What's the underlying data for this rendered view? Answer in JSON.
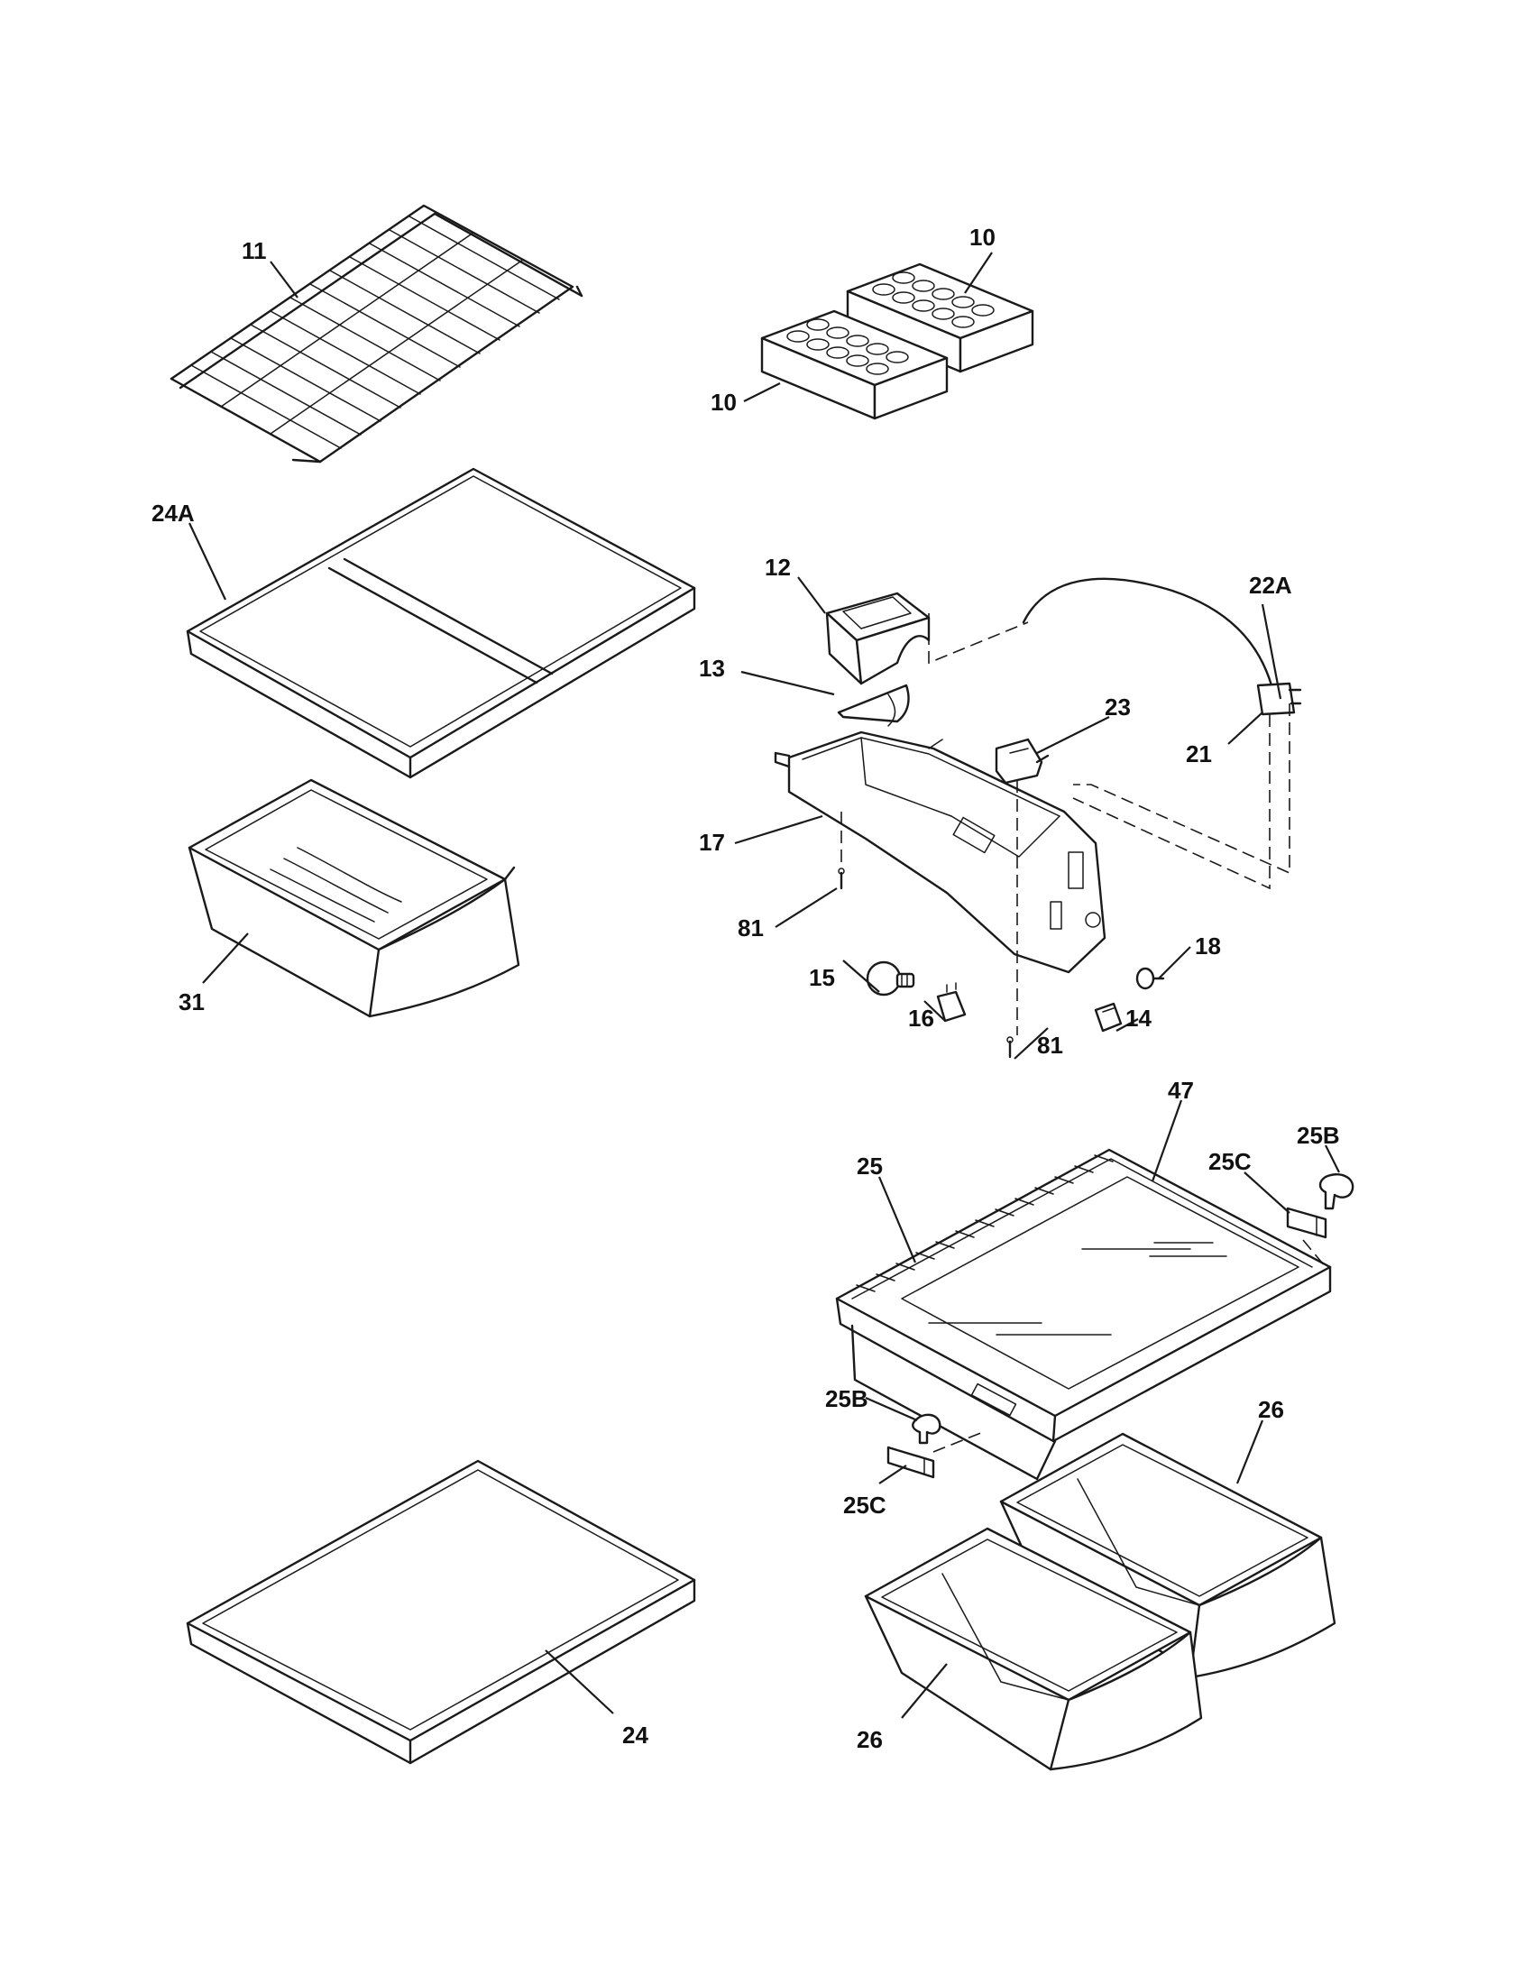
{
  "callouts": {
    "c_11": "11",
    "c_10a": "10",
    "c_10b": "10",
    "c_24A": "24A",
    "c_12": "12",
    "c_22A": "22A",
    "c_13": "13",
    "c_23": "23",
    "c_21": "21",
    "c_17": "17",
    "c_81a": "81",
    "c_18": "18",
    "c_15": "15",
    "c_16": "16",
    "c_81b": "81",
    "c_14": "14",
    "c_31": "31",
    "c_47": "47",
    "c_25B_top": "25B",
    "c_25": "25",
    "c_25C_top": "25C",
    "c_25B_bottom": "25B",
    "c_26a": "26",
    "c_25C_bottom": "25C",
    "c_24": "24",
    "c_26b": "26"
  }
}
